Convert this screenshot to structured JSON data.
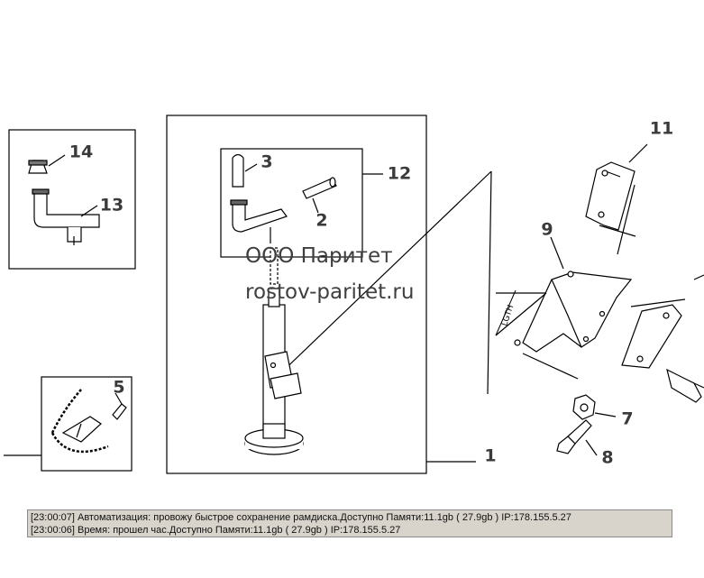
{
  "callouts": {
    "c1": "1",
    "c2": "2",
    "c3": "3",
    "c5": "5",
    "c7": "7",
    "c8": "8",
    "c9": "9",
    "c11": "11",
    "c12": "12",
    "c13": "13",
    "c14": "14"
  },
  "watermark": {
    "line1": "ООО Паритет",
    "line2": "rostov-paritet.ru"
  },
  "dimension_label": "LGTH",
  "log": [
    "[23:00:07]  Автоматизация: провожу быстрое сохранение рамдиска.Доступно Памяти:11.1gb  ( 27.9gb ) IP:178.155.5.27",
    "[23:00:06]  Время: прошел час.Доступно Памяти:11.1gb  ( 27.9gb ) IP:178.155.5.27"
  ]
}
